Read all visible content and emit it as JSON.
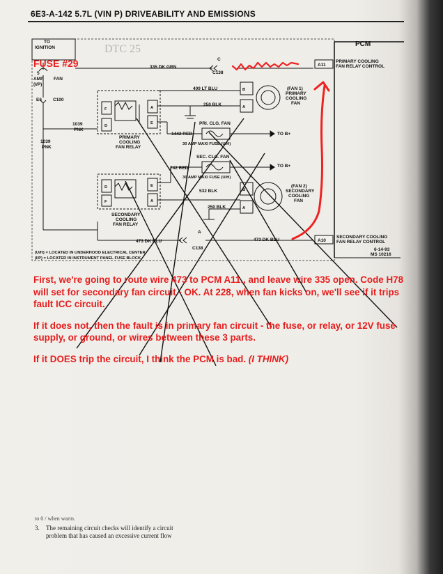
{
  "header": "6E3-A-142  5.7L  (VIN P)  DRIVEABILITY AND EMISSIONS",
  "diagram": {
    "to_ignition": "TO",
    "ignition": "IGNITION",
    "fuse_handwritten": "FUSE #29",
    "fuse_5amp": "5",
    "amp_fan": "AMP",
    "fan": "FAN",
    "up": "(I/P)",
    "e6": "E6",
    "c100": "C100",
    "w1039_a": "1039",
    "pnk_a": "PNK",
    "w1039_b": "1039",
    "pnk_b": "PNK",
    "w335": "335 DK GRN",
    "c138_top": "C138",
    "c_top": "C",
    "w409": "409 LT BLU",
    "w250a": "250 BLK",
    "fan1": "(FAN 1)",
    "primary": "PRIMARY",
    "cooling": "COOLING",
    "fan1_fan": "FAN",
    "primary_relay_1": "PRIMARY",
    "primary_relay_2": "COOLING",
    "primary_relay_3": "FAN RELAY",
    "w1442": "1442 RED",
    "pri_clg_fan": "PRI. CLG. FAN",
    "amp_maxi_1": "30 AMP MAXI FUSE (U/H)",
    "to_b_1": "TO B+",
    "sec_clg_fan": "SEC. CLG. FAN",
    "w742": "742 RED",
    "amp_maxi_2": "30 AMP MAXI FUSE (U/H)",
    "to_b_2": "TO B+",
    "w532": "532 BLK",
    "fan2": "(FAN 2)",
    "secondary": "SECONDARY",
    "cooling2": "COOLING",
    "fan2_fan": "FAN",
    "w250b": "250 BLK",
    "secondary_relay_1": "SECONDARY",
    "secondary_relay_2": "COOLING",
    "secondary_relay_3": "FAN RELAY",
    "w473_left": "473 DK BLU",
    "w473_right": "473 DK BLU",
    "c138_bottom": "C138",
    "a_bottom": "A",
    "legend_uh": "(U/H) = LOCATED IN UNDERHOOD ELECTRICAL CENTER",
    "legend_ip": "(I/P) = LOCATED IN INSTRUMENT PANEL FUSE BLOCK",
    "pcm": "PCM",
    "a11": "A11",
    "a10": "A10",
    "pcm_primary_1": "PRIMARY COOLING",
    "pcm_primary_2": "FAN RELAY CONTROL",
    "pcm_secondary_1": "SECONDARY COOLING",
    "pcm_secondary_2": "FAN RELAY CONTROL",
    "date": "6-14-93",
    "ms": "MS 10216",
    "pin_b1": "B",
    "pin_a1": "A",
    "pin_b2": "B",
    "pin_a2": "A",
    "relay_f1": "F",
    "relay_d1": "D",
    "relay_a1": "A",
    "relay_e1": "E",
    "relay_d2": "D",
    "relay_f2": "F",
    "relay_e2": "E",
    "relay_a2": "A"
  },
  "notes": {
    "p1": "First, we're going to route wire 473 to PCM A11., and leave wire 335 open. Code H78 will set for secondary fan circuit - OK. At 228, when fan kicks on, we'll see if it trips fault ICC circuit.",
    "p2": "If it does not, then the fault is in primary fan circuit - the fuse, or relay, or 12V fuse supply, or ground, or wires between these 3 parts.",
    "p3_main": "If it DOES trip the circuit, I think the PCM is bad. ",
    "p3_em": "(I THINK)"
  },
  "bottom": {
    "cut_line": "to  0  / when warm.",
    "item_number": "3.",
    "item_line1": "The remaining circuit checks will identify a circuit",
    "item_line2": "problem that has caused an excessive current flow"
  }
}
